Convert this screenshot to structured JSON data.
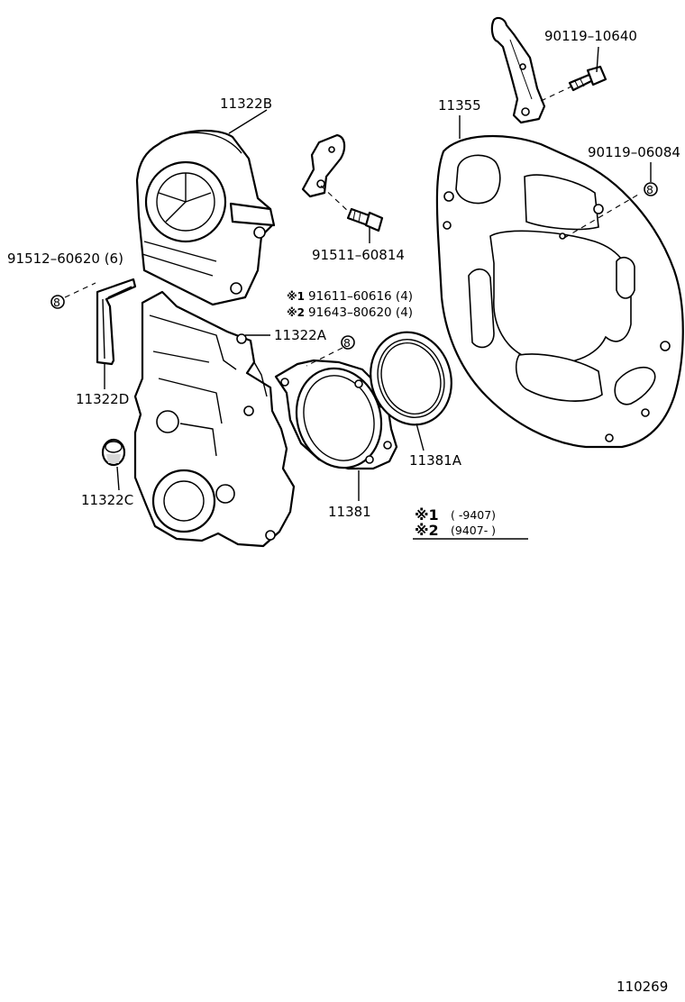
{
  "labels": {
    "cover_upper": "11322B",
    "bracket_bolt": "90119–10640",
    "plate": "11355",
    "plate_nut": "90119–06084",
    "nut_left": "91512–60620 (6)",
    "bolt_center": "91511–60814",
    "stud_1": "91611–60616 (4)",
    "stud_2": "91643–80620 (4)",
    "cover_lower": "11322A",
    "gasket": "11322D",
    "cap": "11322C",
    "retainer": "11381",
    "oil_seal": "11381A",
    "diagram_no": "110269"
  },
  "notes": {
    "mark_1": "※1",
    "mark_2": "※2",
    "row_1": "(        -9407)",
    "row_2": "(9407-          )"
  }
}
